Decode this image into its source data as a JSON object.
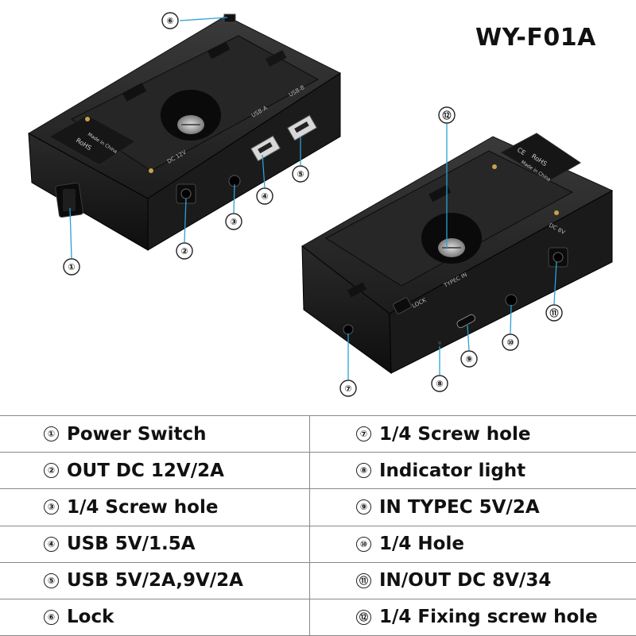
{
  "model": "WY-F01A",
  "device_markings": {
    "rohs": "RoHS",
    "made_in_china": "Made in China",
    "ce": "CE",
    "dc_12v": "DC 12V",
    "usb_a": "USB-A",
    "usb_b": "USB-B",
    "dc_8v": "DC 8V",
    "typec_in": "TYPEC IN",
    "lock": "LOCK"
  },
  "callouts": [
    "①",
    "②",
    "③",
    "④",
    "⑤",
    "⑥",
    "⑦",
    "⑧",
    "⑨",
    "⑩",
    "⑪",
    "⑫"
  ],
  "legend": {
    "left": [
      {
        "num": "①",
        "label": "Power Switch"
      },
      {
        "num": "②",
        "label": "OUT DC 12V/2A"
      },
      {
        "num": "③",
        "label": "1/4 Screw hole"
      },
      {
        "num": "④",
        "label": "USB 5V/1.5A"
      },
      {
        "num": "⑤",
        "label": "USB 5V/2A,9V/2A"
      },
      {
        "num": "⑥",
        "label": "Lock"
      }
    ],
    "right": [
      {
        "num": "⑦",
        "label": "1/4 Screw hole"
      },
      {
        "num": "⑧",
        "label": "Indicator light"
      },
      {
        "num": "⑨",
        "label": "IN TYPEC 5V/2A"
      },
      {
        "num": "⑩",
        "label": "1/4 Hole"
      },
      {
        "num": "⑪",
        "label": "IN/OUT DC 8V/34"
      },
      {
        "num": "⑫",
        "label": "1/4 Fixing screw hole"
      }
    ]
  }
}
